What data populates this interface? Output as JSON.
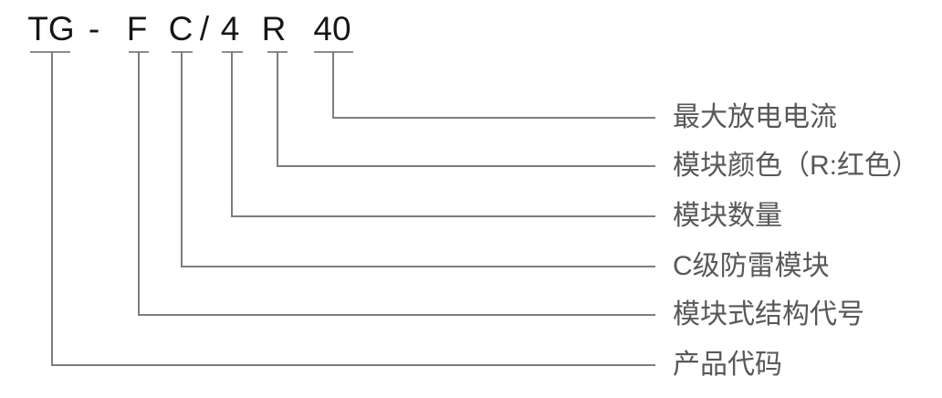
{
  "diagram": {
    "title_meaning": "product model code explanation",
    "code_parts": {
      "product": "TG",
      "hyphen": "-",
      "structure": "F",
      "class": "C",
      "slash": "/",
      "quantity": "4",
      "color": "R",
      "current": "40"
    },
    "rows": [
      {
        "code": "40",
        "label": "最大放电电流"
      },
      {
        "code": "R",
        "label": "模块颜色（R:红色）"
      },
      {
        "code": "4",
        "label": "模块数量"
      },
      {
        "code": "C",
        "label": "C级防雷模块"
      },
      {
        "code": "F",
        "label": "模块式结构代号"
      },
      {
        "code": "TG",
        "label": "产品代码"
      }
    ],
    "colors": {
      "code_text": "#161616",
      "connector_line": "#7d7d7d",
      "tbar_line": "#8c8c8c",
      "label_text": "#595757",
      "background": "#ffffff"
    }
  }
}
